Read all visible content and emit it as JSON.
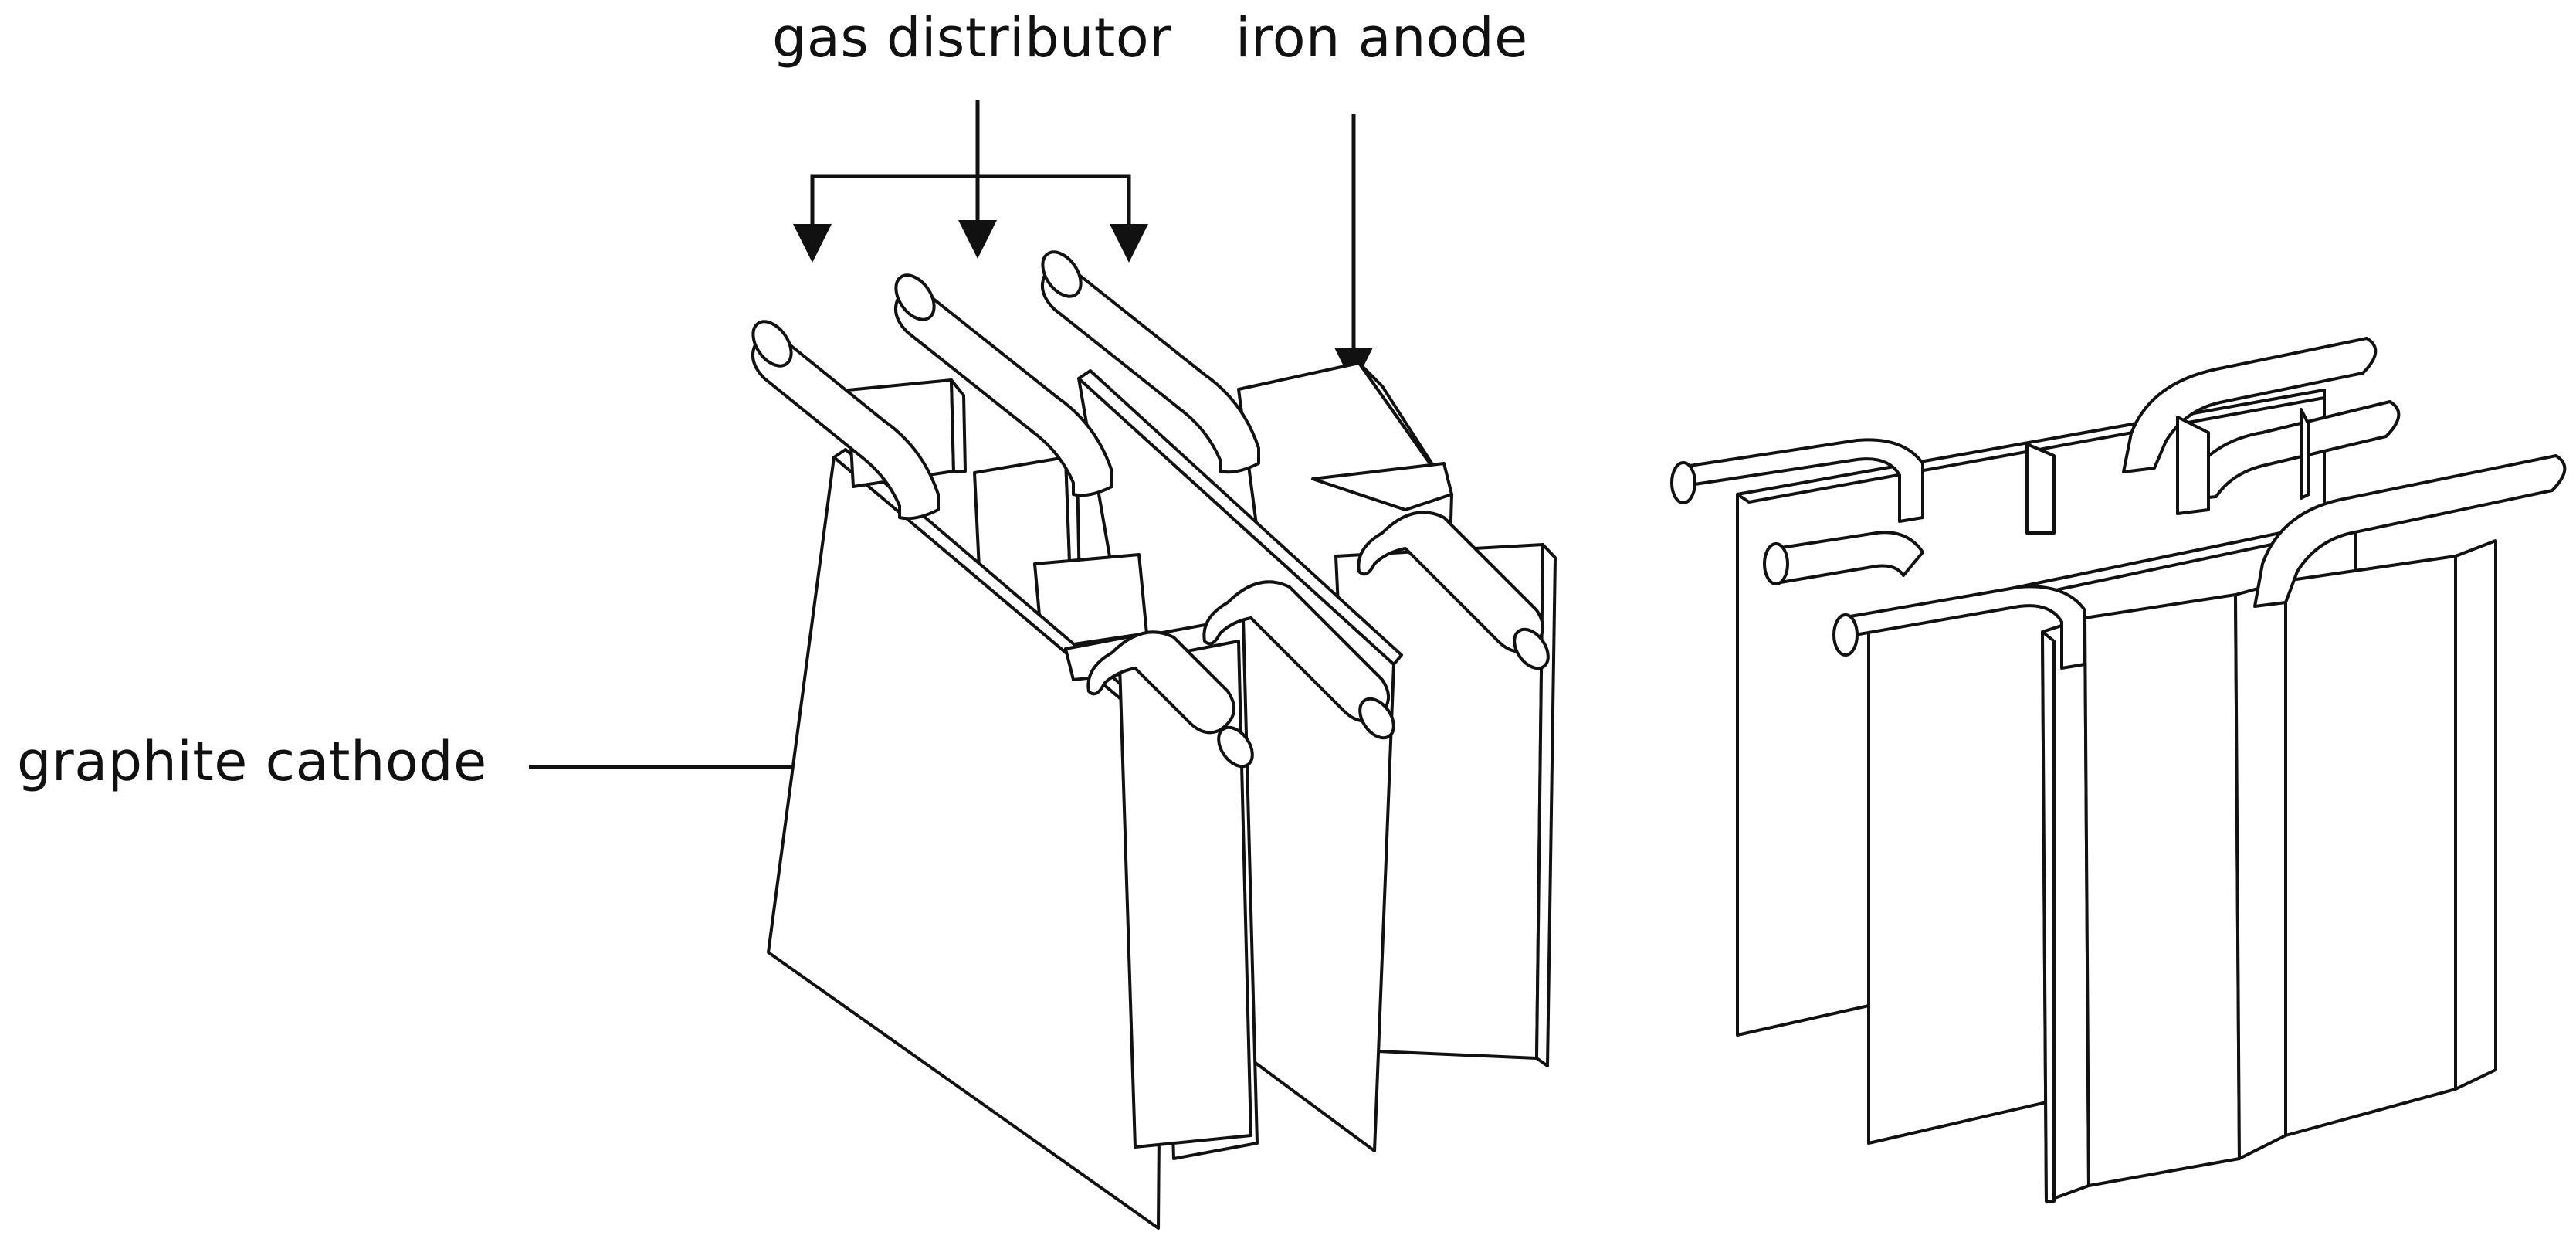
{
  "labels": {
    "gas_distributor": "gas distributor",
    "iron_anode": "iron anode",
    "graphite_cathode": "graphite cathode"
  },
  "colors": {
    "line": "#111111",
    "fill": "#ffffff"
  }
}
